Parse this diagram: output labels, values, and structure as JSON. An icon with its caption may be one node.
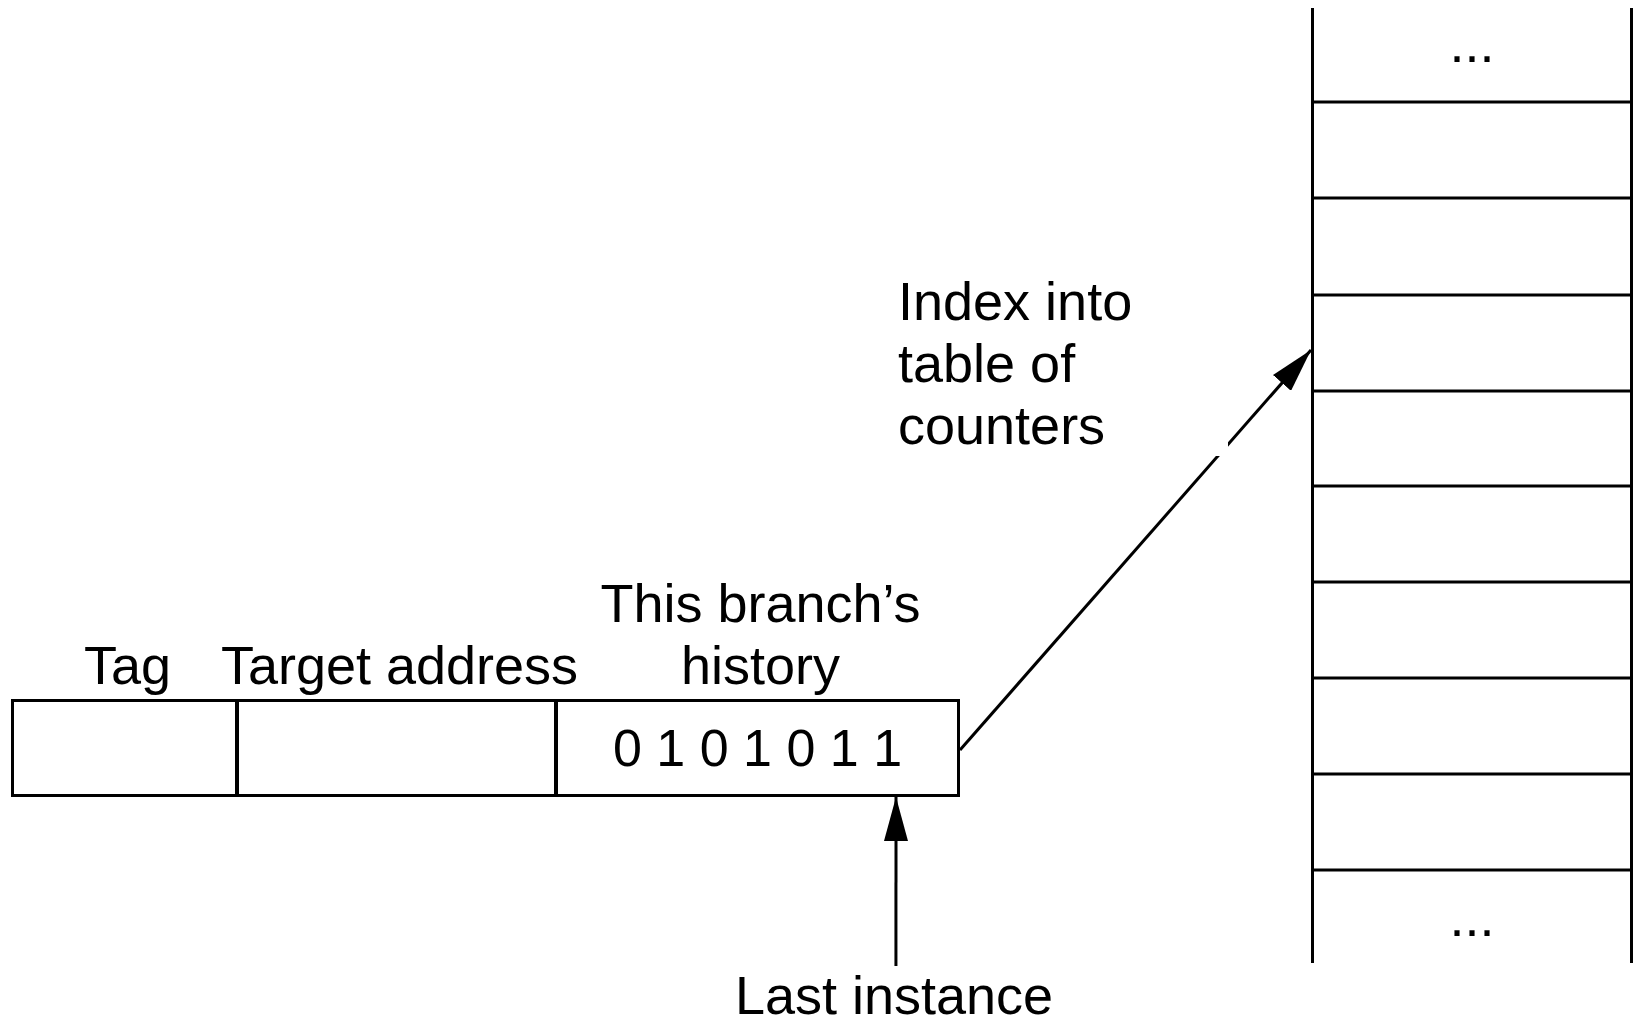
{
  "diagram": {
    "nodes": [
      {
        "text": [
          "Tag"
        ]
      },
      {
        "text": [
          "Target address"
        ]
      },
      {
        "text": [
          "This branch’s history",
          "0 1 0 1 0 1 1"
        ]
      },
      {
        "text": [
          "...",
          "..."
        ]
      },
      {
        "text": [
          "Last instance"
        ]
      }
    ],
    "edges": [
      {
        "from": 2,
        "to": 3,
        "arrow": "to",
        "label": "Index into table of counters"
      },
      {
        "from": 4,
        "to": 2,
        "arrow": "to"
      }
    ]
  }
}
